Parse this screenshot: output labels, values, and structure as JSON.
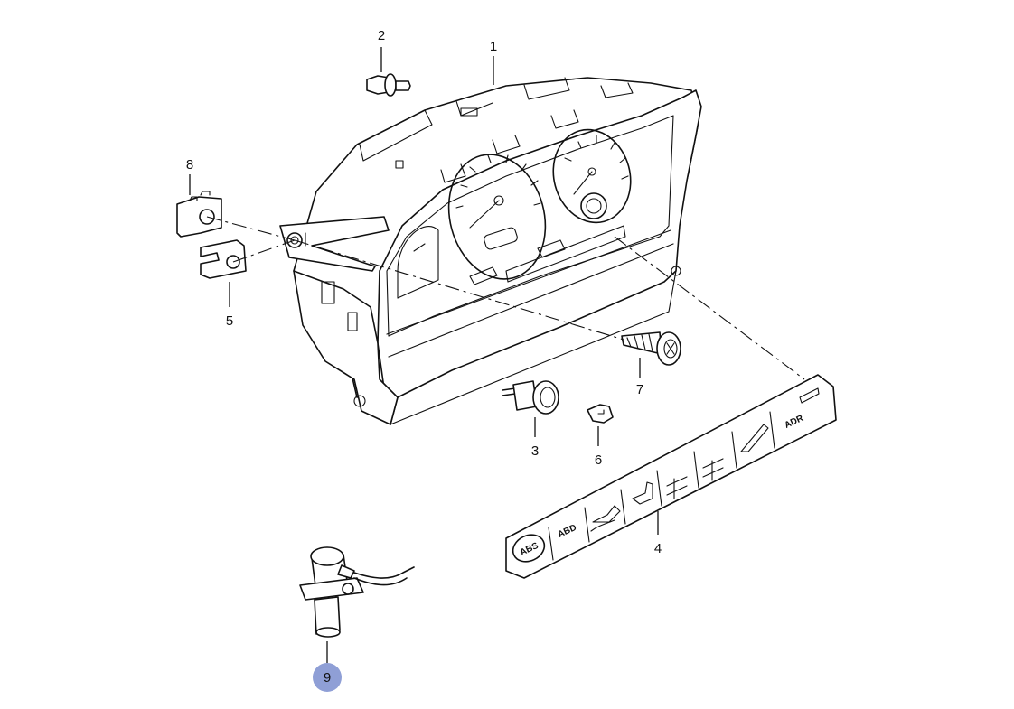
{
  "callouts": [
    {
      "id": "1",
      "label": "1",
      "selected": false
    },
    {
      "id": "2",
      "label": "2",
      "selected": false
    },
    {
      "id": "3",
      "label": "3",
      "selected": false
    },
    {
      "id": "4",
      "label": "4",
      "selected": false
    },
    {
      "id": "5",
      "label": "5",
      "selected": false
    },
    {
      "id": "6",
      "label": "6",
      "selected": false
    },
    {
      "id": "7",
      "label": "7",
      "selected": false
    },
    {
      "id": "8",
      "label": "8",
      "selected": false
    },
    {
      "id": "9",
      "label": "9",
      "selected": true
    }
  ],
  "warning_strip": {
    "labels": [
      "ABS",
      "ABD",
      "ADR"
    ]
  },
  "colors": {
    "line": "#111111",
    "background": "#ffffff",
    "selected_callout": "#8f9fd6"
  }
}
